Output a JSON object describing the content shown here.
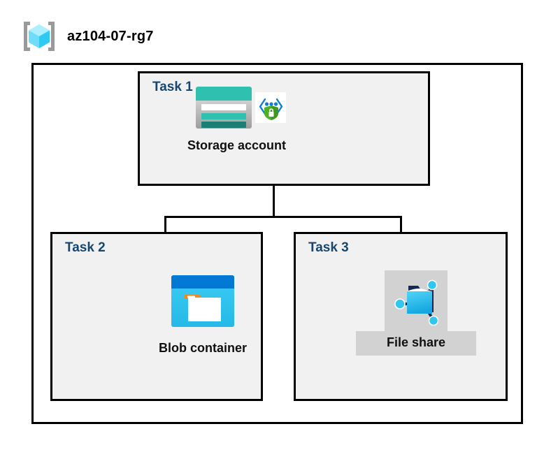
{
  "diagram": {
    "title": "az104-07-rg7",
    "resource_group_icon": "resource-group-icon",
    "colors": {
      "task_label": "#17466f",
      "panel_background": "#f1f1f1",
      "border": "#000000",
      "canvas_background": "#ffffff",
      "highlight_band": "#d2d2d2",
      "storage_teal": "#2fc0b0",
      "storage_teal_dark": "#1c7f76",
      "blob_blue": "#0078d4",
      "blob_cyan": "#34c6f0",
      "blob_orange": "#f5871f",
      "fileshare_cyan": "#31c6ef",
      "shield_green": "#4db223",
      "endpoint_blue": "#0b7fd4",
      "cube_cyan": "#4fd3f7",
      "bracket_gray": "#9a9a9a"
    },
    "tasks": [
      {
        "id": "task1",
        "label": "Task 1",
        "node_caption": "Storage account",
        "icons": [
          "storage-account-icon",
          "private-endpoint-shield-icon"
        ]
      },
      {
        "id": "task2",
        "label": "Task 2",
        "node_caption": "Blob container",
        "icons": [
          "blob-container-icon"
        ]
      },
      {
        "id": "task3",
        "label": "Task 3",
        "node_caption": "File share",
        "icons": [
          "file-share-icon"
        ],
        "highlighted": true
      }
    ],
    "connections": [
      {
        "from": "storage-account",
        "to": "blob-container"
      },
      {
        "from": "storage-account",
        "to": "file-share"
      }
    ]
  }
}
